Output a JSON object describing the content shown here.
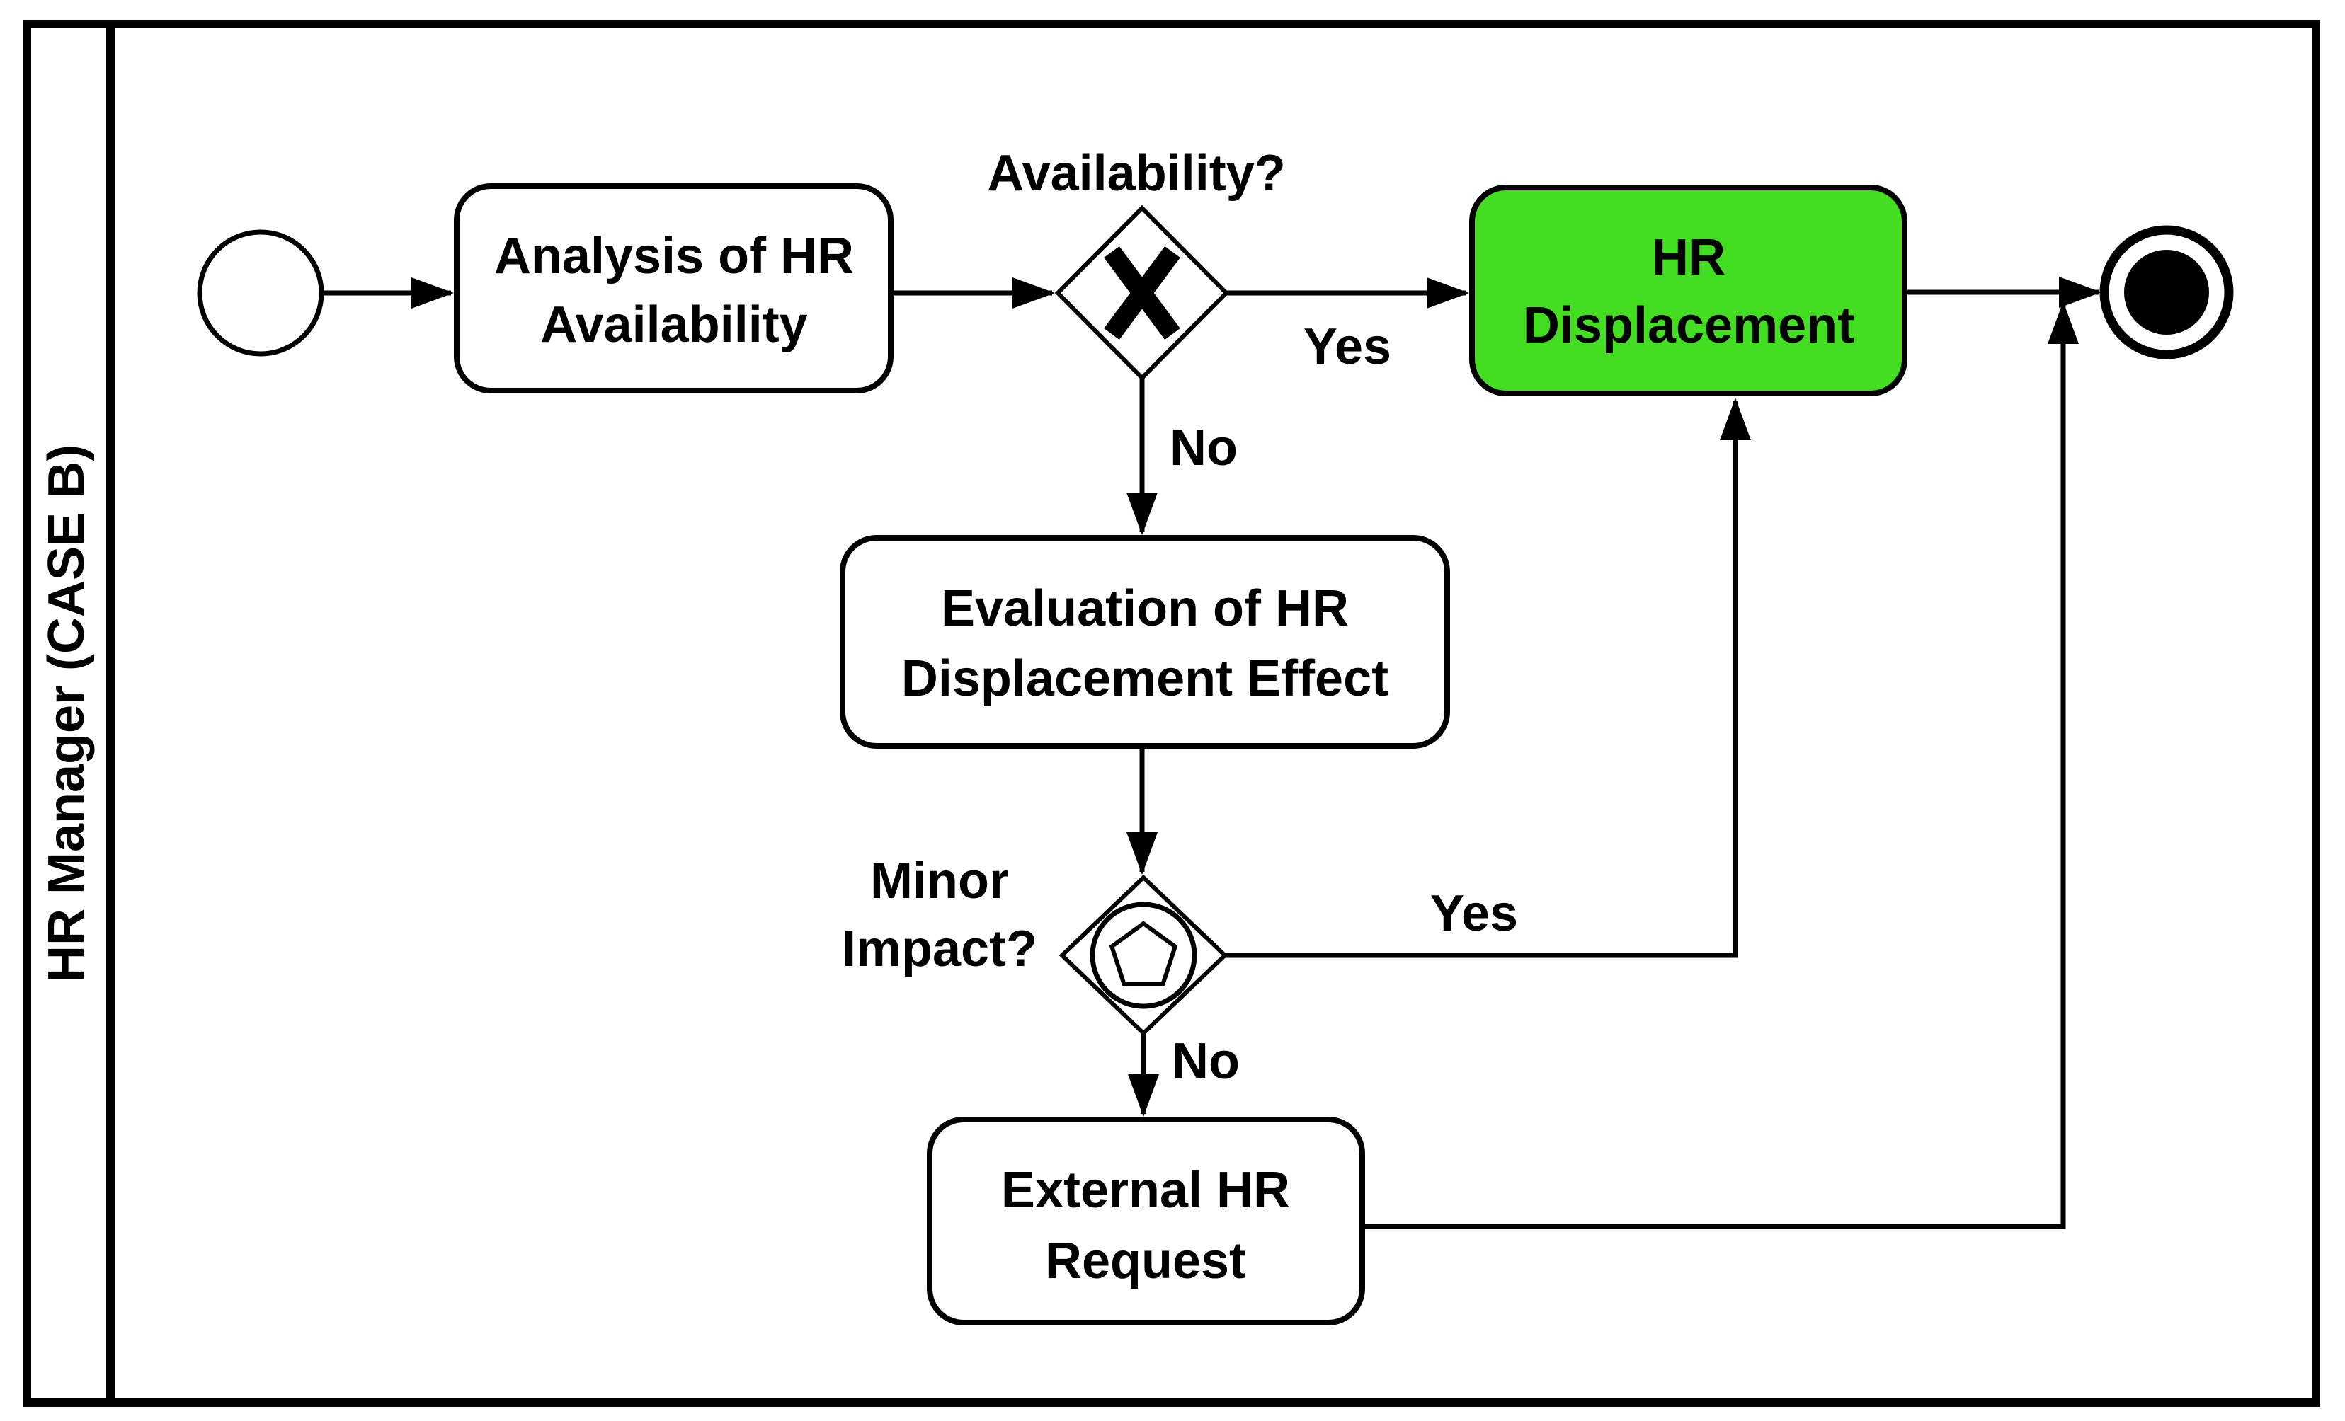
{
  "lane": {
    "label": "HR Manager (CASE B)"
  },
  "colors": {
    "stroke": "#000000",
    "background": "#ffffff",
    "highlight_green": "#43DE21"
  },
  "nodes": {
    "start_event": {
      "type": "start-event"
    },
    "task_analysis": {
      "line1": "Analysis of HR",
      "line2": "Availability"
    },
    "gateway_availability": {
      "type": "exclusive-gateway",
      "label": "Availability?"
    },
    "task_hr_displacement": {
      "line1": "HR",
      "line2": "Displacement",
      "fill": "#43DE21"
    },
    "task_evaluation": {
      "line1": "Evaluation of HR",
      "line2": "Displacement Effect"
    },
    "gateway_minor_impact": {
      "type": "event-based-gateway",
      "label_line1": "Minor",
      "label_line2": "Impact?"
    },
    "task_external_request": {
      "line1": "External HR",
      "line2": "Request"
    },
    "end_event": {
      "type": "end-event"
    }
  },
  "edges": {
    "availability_yes_label": "Yes",
    "availability_no_label": "No",
    "minor_impact_yes_label": "Yes",
    "minor_impact_no_label": "No"
  }
}
